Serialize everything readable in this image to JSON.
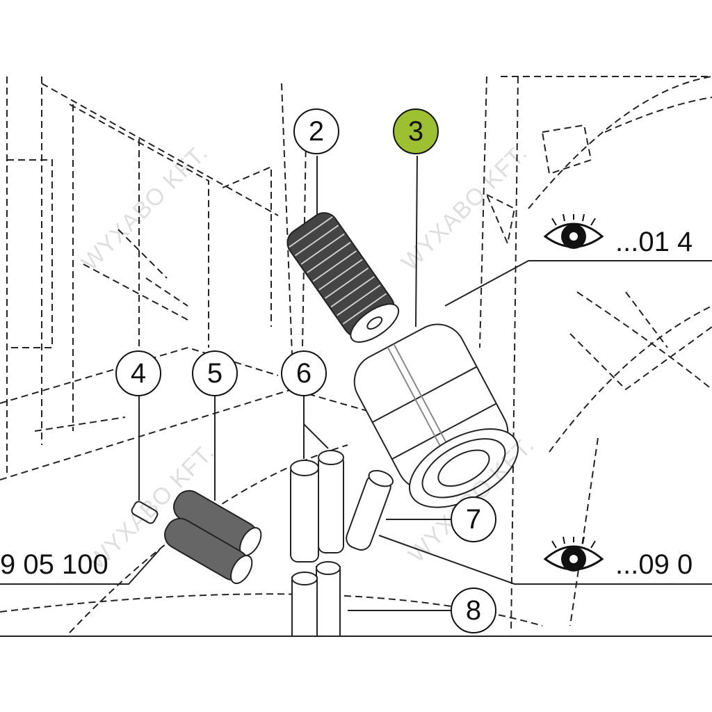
{
  "diagram": {
    "callouts": [
      {
        "number": "2",
        "highlighted": false
      },
      {
        "number": "3",
        "highlighted": true
      },
      {
        "number": "4",
        "highlighted": false
      },
      {
        "number": "5",
        "highlighted": false
      },
      {
        "number": "6",
        "highlighted": false
      },
      {
        "number": "7",
        "highlighted": false
      },
      {
        "number": "8",
        "highlighted": false
      }
    ],
    "references": [
      {
        "text": "...01 4",
        "icon": "eye-icon"
      },
      {
        "text": "...09 0",
        "icon": "eye-icon"
      },
      {
        "text": "9 05 100"
      }
    ],
    "watermark": "WYXABO KFT.",
    "colors": {
      "highlight": "#9dbf32",
      "line": "#111111"
    }
  }
}
